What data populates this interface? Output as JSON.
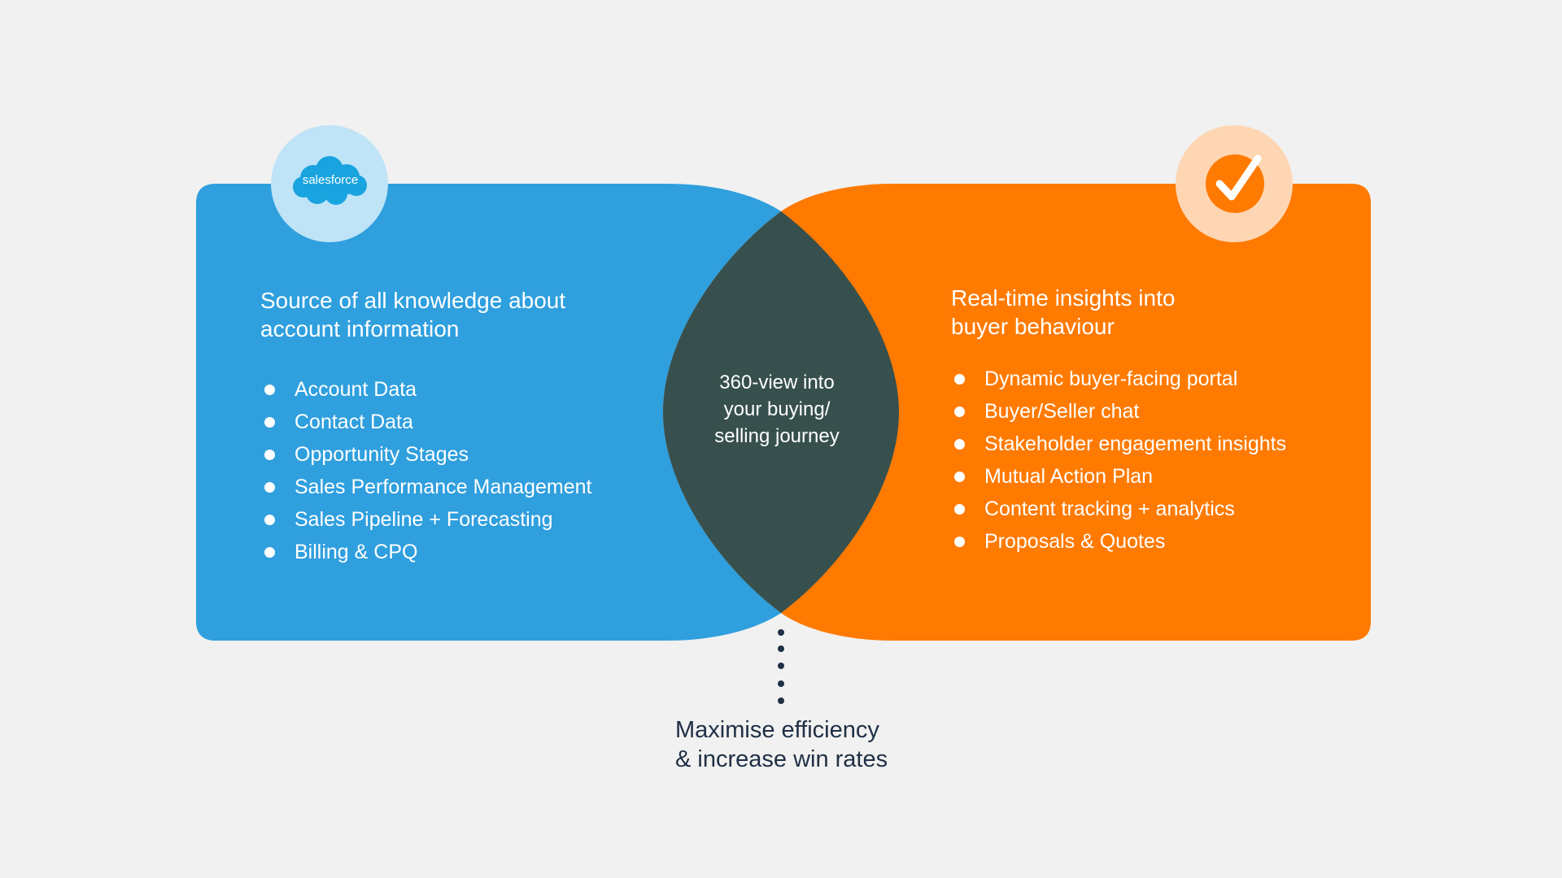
{
  "diagram": {
    "left_panel": {
      "heading_line1": "Source of all knowledge about",
      "heading_line2": "account information",
      "items": [
        "Account Data",
        "Contact Data",
        "Opportunity Stages",
        "Sales Performance Management",
        "Sales Pipeline + Forecasting",
        "Billing & CPQ"
      ],
      "logo_text": "salesforce",
      "logo_icon": "salesforce-logo",
      "color": "#2f9fde"
    },
    "right_panel": {
      "heading_line1": "Real-time insights into",
      "heading_line2": "buyer behaviour",
      "items": [
        "Dynamic buyer-facing portal",
        "Buyer/Seller chat",
        "Stakeholder engagement insights",
        "Mutual Action Plan",
        "Content tracking + analytics",
        "Proposals & Quotes"
      ],
      "logo_icon": "checkmark-logo",
      "color": "#ff7a00"
    },
    "overlap": {
      "line1": "360-view into",
      "line2": "your buying/",
      "line3": "selling journey",
      "color": "#37504d"
    },
    "outcome": {
      "line1": "Maximise efficiency",
      "line2": "& increase win rates",
      "color": "#1f2f45"
    }
  }
}
